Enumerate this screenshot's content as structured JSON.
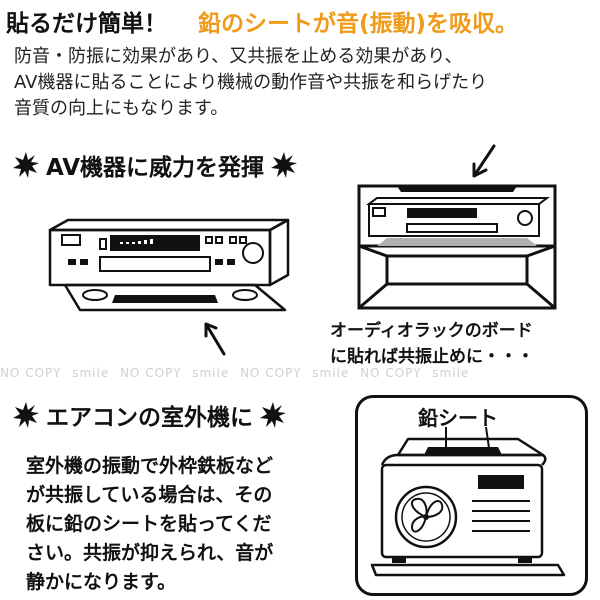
{
  "header": {
    "left_text": "貼るだけ簡単！",
    "right_text": "鉛のシートが音(振動)を吸収。",
    "accent_color": "#f09a1a"
  },
  "intro": {
    "lines": [
      "防音・防振に効果があり、又共振を止める効果があり、",
      "AV機器に貼ることにより機械の動作音や共振を和らげたり",
      "音質の向上にもなります。"
    ]
  },
  "section_av": {
    "title": "AV機器に威力を発揮",
    "caption_lines": [
      "オーディオラックのボード",
      "に貼れば共振止めに・・・"
    ]
  },
  "watermark": {
    "items": [
      "NO COPY",
      "smile",
      "NO COPY",
      "smile",
      "NO COPY",
      "smile",
      "NO COPY",
      "smile"
    ]
  },
  "section_ac": {
    "title": "エアコンの室外機に",
    "body_lines": [
      "室外機の振動で外枠鉄板など",
      "が共振している場合は、その",
      "板に鉛のシートを貼ってくだ",
      "さい。共振が抑えられ、音が",
      "静かになります。"
    ],
    "sheet_label": "鉛シート"
  },
  "icons": [
    "burst-icon",
    "arrow-icon",
    "av-deck-illustration",
    "rack-illustration",
    "outdoor-unit-illustration",
    "fan-icon"
  ]
}
